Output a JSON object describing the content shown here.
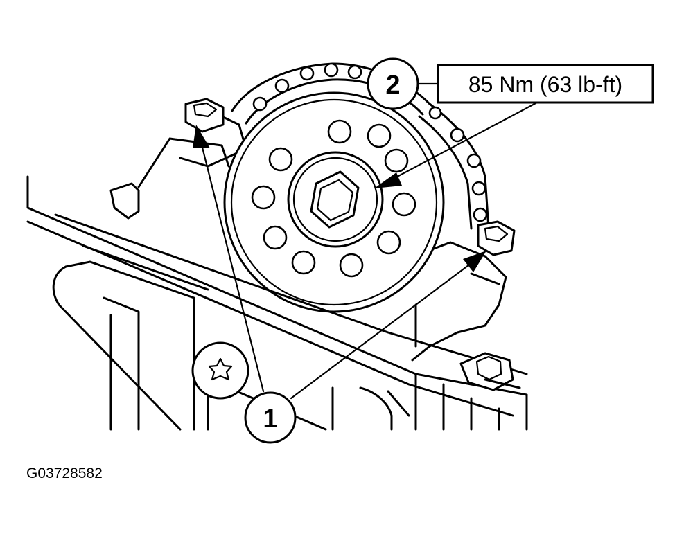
{
  "callouts": [
    {
      "number": "1"
    },
    {
      "number": "2",
      "torque_label": "85 Nm (63 lb-ft)"
    }
  ],
  "figure_id": "G03728582"
}
